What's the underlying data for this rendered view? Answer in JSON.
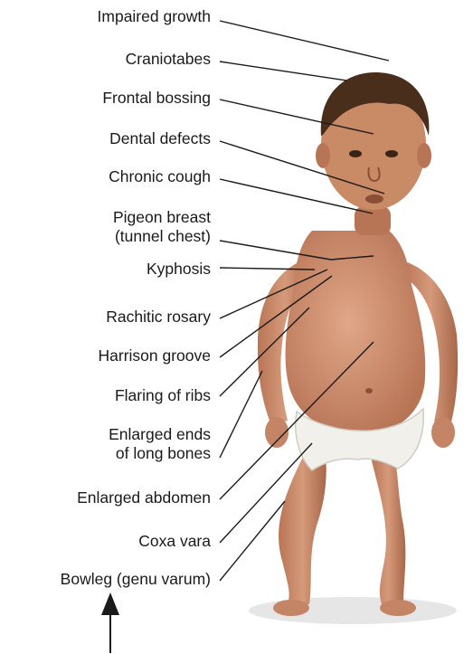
{
  "labels": [
    {
      "id": "impaired-growth",
      "lines": [
        "Impaired growth"
      ]
    },
    {
      "id": "craniotabes",
      "lines": [
        "Craniotabes"
      ]
    },
    {
      "id": "frontal-bossing",
      "lines": [
        "Frontal bossing"
      ]
    },
    {
      "id": "dental-defects",
      "lines": [
        "Dental defects"
      ]
    },
    {
      "id": "chronic-cough",
      "lines": [
        "Chronic cough"
      ]
    },
    {
      "id": "pigeon-breast",
      "lines": [
        "Pigeon breast",
        "(tunnel chest)"
      ]
    },
    {
      "id": "kyphosis",
      "lines": [
        "Kyphosis"
      ]
    },
    {
      "id": "rachitic-rosary",
      "lines": [
        "Rachitic rosary"
      ]
    },
    {
      "id": "harrison-groove",
      "lines": [
        "Harrison groove"
      ]
    },
    {
      "id": "flaring-of-ribs",
      "lines": [
        "Flaring of ribs"
      ]
    },
    {
      "id": "enlarged-ends",
      "lines": [
        "Enlarged ends",
        "of long bones"
      ]
    },
    {
      "id": "enlarged-abdomen",
      "lines": [
        "Enlarged abdomen"
      ]
    },
    {
      "id": "coxa-vara",
      "lines": [
        "Coxa vara"
      ]
    },
    {
      "id": "bowleg",
      "lines": [
        "Bowleg (genu varum)"
      ]
    }
  ],
  "colors": {
    "skin": "#c98a66",
    "skin_shadow": "#a8674a",
    "hair": "#4a2e1c",
    "diaper": "#f1f0ea",
    "leader": "#1a1a1a"
  }
}
